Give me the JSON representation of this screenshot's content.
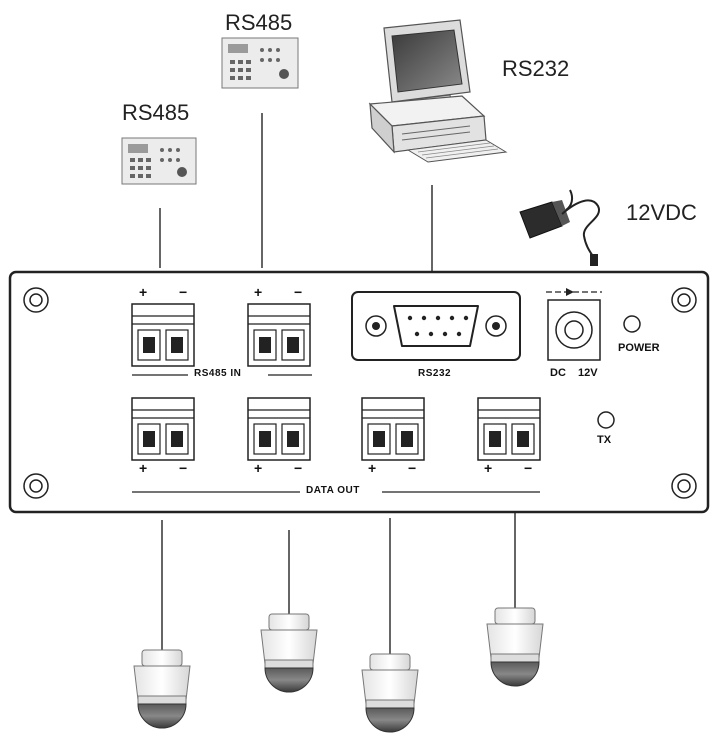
{
  "labels": {
    "rs485_top": "RS485",
    "rs485_left": "RS485",
    "rs232_top": "RS232",
    "power_supply": "12VDC",
    "rs485_in": "RS485  IN",
    "rs232_port": "RS232",
    "data_out": "DATA OUT",
    "dc": "DC",
    "v12": "12V",
    "power_led": "POWER",
    "tx_led": "TX",
    "plus": "+",
    "minus": "−"
  },
  "icons": {
    "keyboard_controller": "controller-keyboard-icon",
    "computer": "desktop-computer-icon",
    "adapter": "power-adapter-icon",
    "camera": "speed-dome-camera-icon"
  }
}
